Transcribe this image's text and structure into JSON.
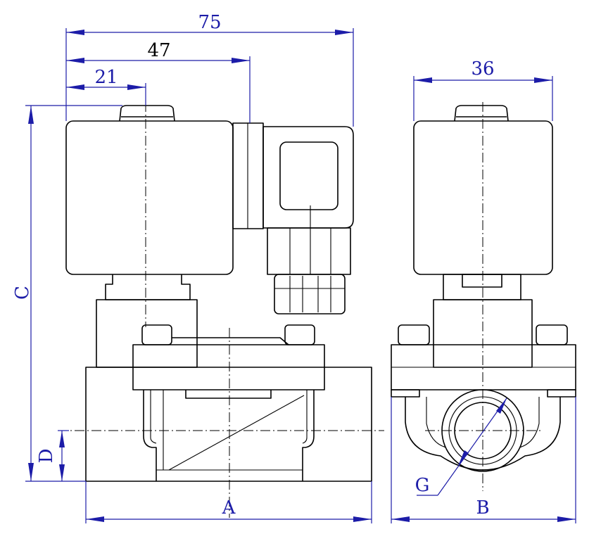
{
  "colors": {
    "dimension": "#1c1ca8",
    "outline": "#000000",
    "background": "#ffffff"
  },
  "dimensions": {
    "d75": "75",
    "d47": "47",
    "d21": "21",
    "d36": "36",
    "c": "C",
    "d": "D",
    "a": "A",
    "b": "B",
    "g": "G"
  }
}
